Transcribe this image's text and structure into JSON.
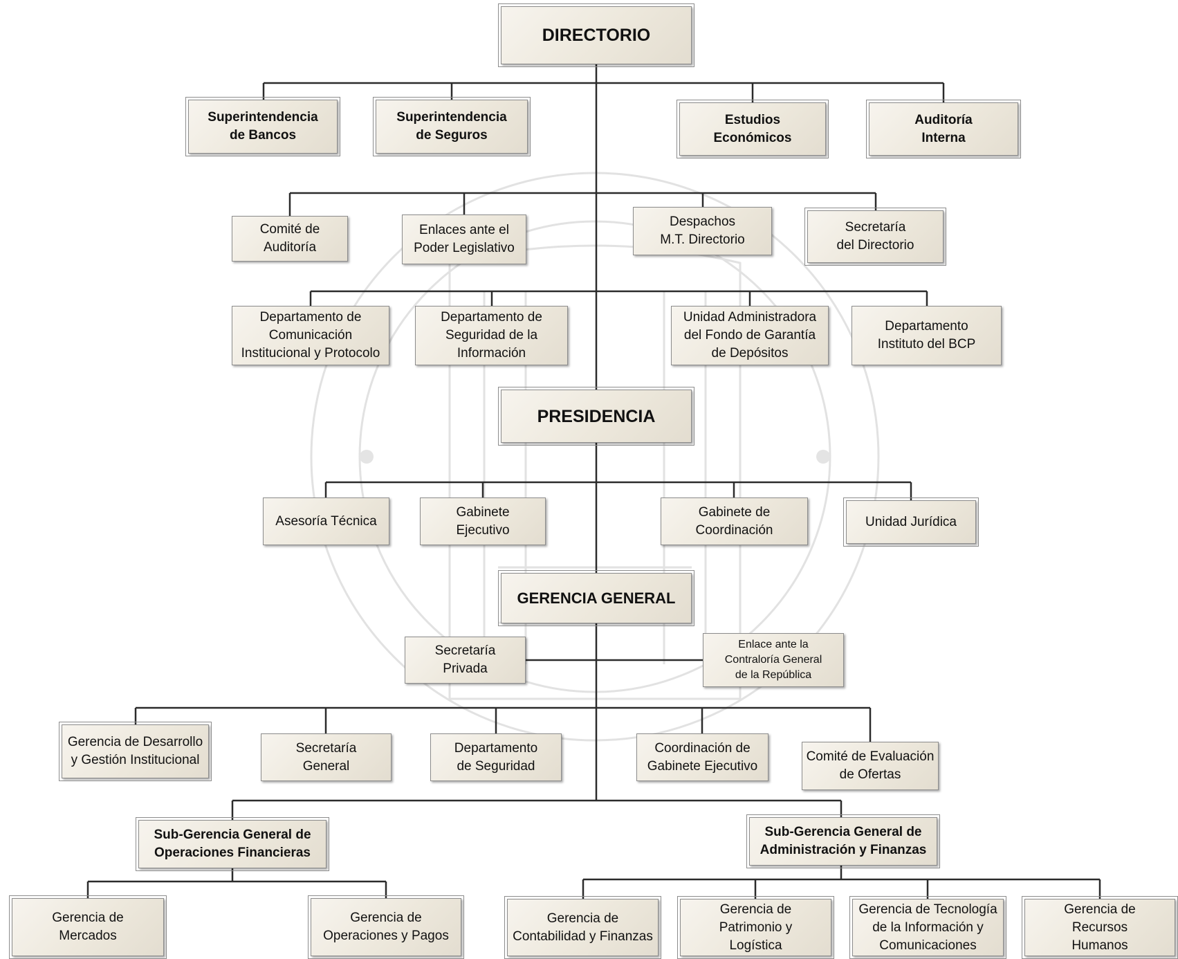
{
  "nodes": [
    {
      "id": "directorio",
      "text": "DIRECTORIO"
    },
    {
      "id": "sup-bancos",
      "text": "Superintendencia\nde Bancos"
    },
    {
      "id": "sup-seguros",
      "text": "Superintendencia\nde Seguros"
    },
    {
      "id": "estudios",
      "text": "Estudios\nEconómicos"
    },
    {
      "id": "auditoria-interna",
      "text": "Auditoría\nInterna"
    },
    {
      "id": "comite-auditoria",
      "text": "Comité de\nAuditoría"
    },
    {
      "id": "enlaces-legislativo",
      "text": "Enlaces ante el\nPoder Legislativo"
    },
    {
      "id": "despachos",
      "text": "Despachos\nM.T. Directorio"
    },
    {
      "id": "secretaria-directorio",
      "text": "Secretaría\ndel Directorio"
    },
    {
      "id": "depto-comunicacion",
      "text": "Departamento de\nComunicación\nInstitucional y Protocolo"
    },
    {
      "id": "depto-seguridad-info",
      "text": "Departamento de\nSeguridad de la\nInformación"
    },
    {
      "id": "unidad-fondo",
      "text": "Unidad Administradora\ndel Fondo de Garantía\nde Depósitos"
    },
    {
      "id": "depto-instituto",
      "text": "Departamento\nInstituto del BCP"
    },
    {
      "id": "presidencia",
      "text": "PRESIDENCIA"
    },
    {
      "id": "asesoria",
      "text": "Asesoría Técnica"
    },
    {
      "id": "gabinete-ejecutivo",
      "text": "Gabinete\nEjecutivo"
    },
    {
      "id": "gabinete-coordinacion",
      "text": "Gabinete de\nCoordinación"
    },
    {
      "id": "unidad-juridica",
      "text": "Unidad Jurídica"
    },
    {
      "id": "gerencia-general",
      "text": "GERENCIA GENERAL"
    },
    {
      "id": "secretaria-privada",
      "text": "Secretaría\nPrivada"
    },
    {
      "id": "enlace-contraloria",
      "text": "Enlace ante la\nContraloría General\nde la República"
    },
    {
      "id": "gerencia-desarrollo",
      "text": "Gerencia de Desarrollo\ny Gestión Institucional"
    },
    {
      "id": "secretaria-general",
      "text": "Secretaría\nGeneral"
    },
    {
      "id": "depto-seguridad",
      "text": "Departamento\nde Seguridad"
    },
    {
      "id": "coord-gabinete",
      "text": "Coordinación de\nGabinete Ejecutivo"
    },
    {
      "id": "comite-ofertas",
      "text": "Comité de Evaluación\nde Ofertas"
    },
    {
      "id": "subgerencia-financieras",
      "text": "Sub-Gerencia General de\nOperaciones Financieras"
    },
    {
      "id": "subgerencia-administracion",
      "text": "Sub-Gerencia General de\nAdministración y Finanzas"
    },
    {
      "id": "gerencia-mercados",
      "text": "Gerencia de\nMercados"
    },
    {
      "id": "gerencia-operaciones",
      "text": "Gerencia de\nOperaciones y Pagos"
    },
    {
      "id": "gerencia-contabilidad",
      "text": "Gerencia de\nContabilidad y Finanzas"
    },
    {
      "id": "gerencia-patrimonio",
      "text": "Gerencia de\nPatrimonio y\nLogística"
    },
    {
      "id": "gerencia-tecnologia",
      "text": "Gerencia de Tecnología\nde la Información y\nComunicaciones"
    },
    {
      "id": "gerencia-rrhh",
      "text": "Gerencia de\nRecursos\nHumanos"
    }
  ],
  "colors": {
    "box_fill": "#efeae0",
    "line": "#2b2b2b",
    "watermark": "#dedede"
  }
}
